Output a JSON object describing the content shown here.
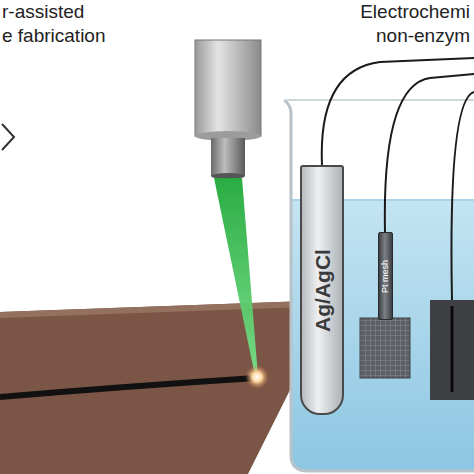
{
  "diagram": {
    "nodes": [
      {
        "text": [
          "Ag/AgCl"
        ]
      },
      {
        "text": [
          "Pt mesh"
        ]
      }
    ],
    "labels": [
      "r-assisted",
      "e fabrication",
      "Electrochemi",
      "non-enzym"
    ]
  }
}
